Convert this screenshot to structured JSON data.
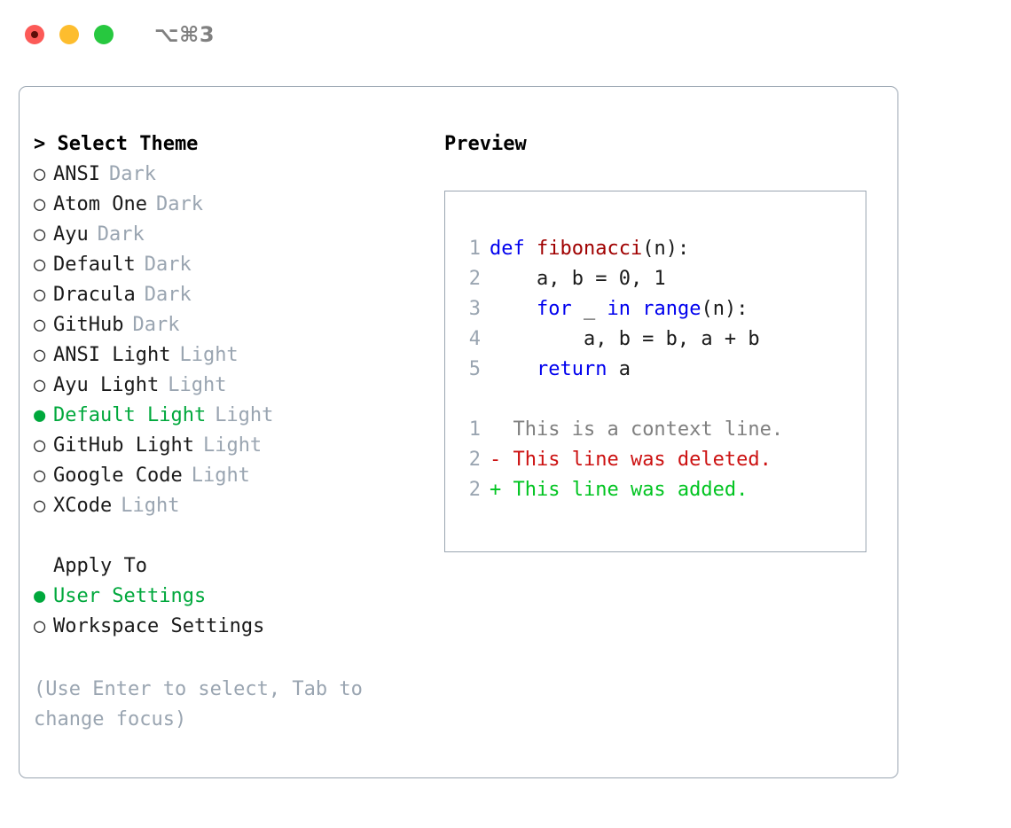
{
  "titlebar": {
    "shortcut": "⌥⌘3",
    "buttons": [
      {
        "name": "close",
        "color": "#fc5a57"
      },
      {
        "name": "minimize",
        "color": "#fdbd2e"
      },
      {
        "name": "maximize",
        "color": "#27c83f"
      }
    ]
  },
  "theme_picker": {
    "prompt": "> Select Theme",
    "selected_marker": "●",
    "unselected_marker": "○",
    "items": [
      {
        "label": "ANSI",
        "variant": "Dark",
        "selected": false
      },
      {
        "label": "Atom One",
        "variant": "Dark",
        "selected": false
      },
      {
        "label": "Ayu",
        "variant": "Dark",
        "selected": false
      },
      {
        "label": "Default",
        "variant": "Dark",
        "selected": false
      },
      {
        "label": "Dracula",
        "variant": "Dark",
        "selected": false
      },
      {
        "label": "GitHub",
        "variant": "Dark",
        "selected": false
      },
      {
        "label": "ANSI Light",
        "variant": "Light",
        "selected": false
      },
      {
        "label": "Ayu Light",
        "variant": "Light",
        "selected": false
      },
      {
        "label": "Default Light",
        "variant": "Light",
        "selected": true
      },
      {
        "label": "GitHub Light",
        "variant": "Light",
        "selected": false
      },
      {
        "label": "Google Code",
        "variant": "Light",
        "selected": false
      },
      {
        "label": "XCode",
        "variant": "Light",
        "selected": false
      }
    ]
  },
  "apply_to": {
    "heading": "Apply To",
    "items": [
      {
        "label": "User Settings",
        "selected": true
      },
      {
        "label": "Workspace Settings",
        "selected": false
      }
    ]
  },
  "hint": "(Use Enter to select, Tab to change focus)",
  "preview": {
    "title": "Preview",
    "code_lines": [
      {
        "num": "1",
        "tokens": [
          {
            "t": "def ",
            "c": "kw"
          },
          {
            "t": "fibonacci",
            "c": "fn"
          },
          {
            "t": "(n):",
            "c": "pl"
          }
        ]
      },
      {
        "num": "2",
        "tokens": [
          {
            "t": "    a, b = 0, 1",
            "c": "pl"
          }
        ]
      },
      {
        "num": "3",
        "tokens": [
          {
            "t": "    ",
            "c": "pl"
          },
          {
            "t": "for",
            "c": "kw"
          },
          {
            "t": " _ ",
            "c": "pl"
          },
          {
            "t": "in",
            "c": "kw"
          },
          {
            "t": " ",
            "c": "pl"
          },
          {
            "t": "range",
            "c": "kw"
          },
          {
            "t": "(n):",
            "c": "pl"
          }
        ]
      },
      {
        "num": "4",
        "tokens": [
          {
            "t": "        a, b = b, a + b",
            "c": "pl"
          }
        ]
      },
      {
        "num": "5",
        "tokens": [
          {
            "t": "    ",
            "c": "pl"
          },
          {
            "t": "return",
            "c": "kw"
          },
          {
            "t": " a",
            "c": "pl"
          }
        ]
      }
    ],
    "diff_lines": [
      {
        "num": "1",
        "sign": " ",
        "text": " This is a context line.",
        "kind": "ctx"
      },
      {
        "num": "2",
        "sign": "-",
        "text": " This line was deleted.",
        "kind": "del"
      },
      {
        "num": "2",
        "sign": "+",
        "text": " This line was added.",
        "kind": "add"
      }
    ]
  },
  "colors": {
    "accent_green": "#00a83c",
    "muted": "#9aa5b1",
    "keyword_blue": "#0000ee",
    "function_red": "#a00000",
    "diff_delete": "#cc1111",
    "diff_add": "#00c420",
    "border": "#9aa5b1"
  }
}
